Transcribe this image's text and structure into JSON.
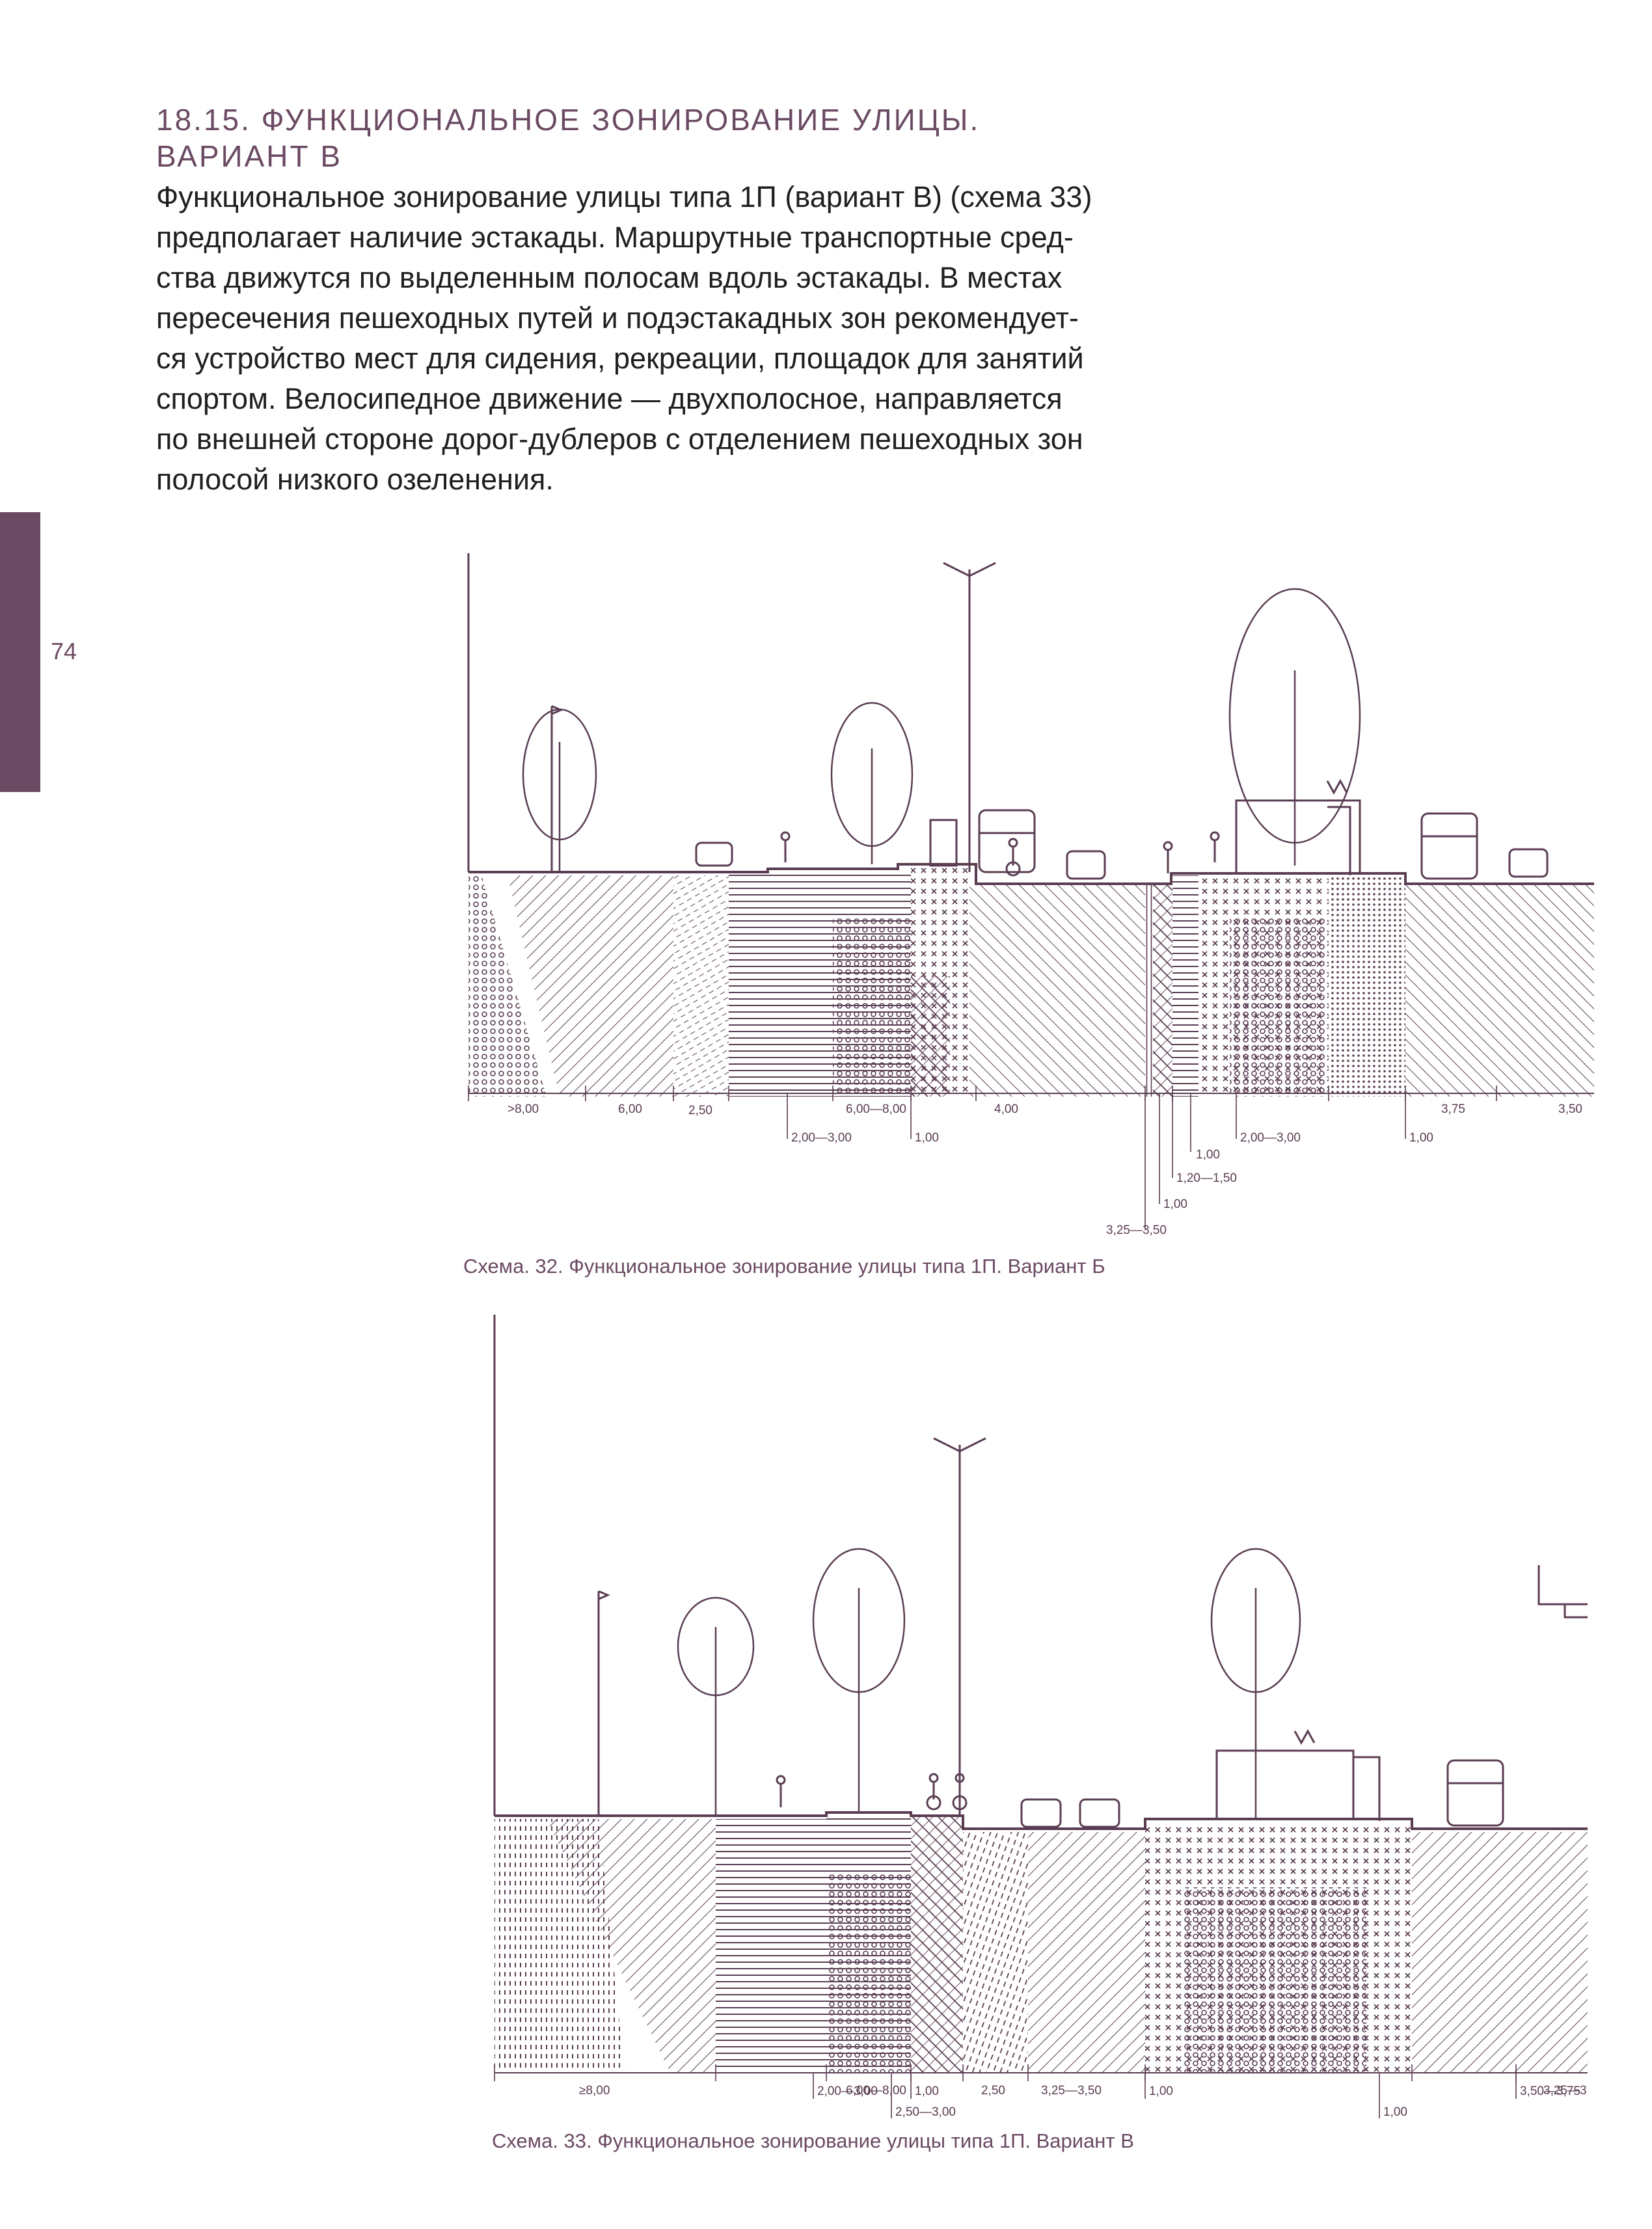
{
  "page": {
    "number": "74",
    "heading_line1": "18.15. ФУНКЦИОНАЛЬНОЕ ЗОНИРОВАНИЕ УЛИЦЫ.",
    "heading_line2": "ВАРИАНТ В",
    "paragraph_lines": [
      "Функциональное зонирование улицы типа 1П (вариант В) (схема 33)",
      "предполагает наличие эстакады. Маршрутные транспортные сред-",
      "ства движутся по выделенным полосам вдоль эстакады. В местах",
      "пересечения пешеходных путей и подэстакадных зон рекомендует-",
      "ся устройство мест для сидения, рекреации, площадок для занятий",
      "спортом. Велосипедное движение — двухполосное, направляется",
      "по внешней стороне дорог-дублеров с отделением пешеходных зон",
      "полосой низкого озеленения."
    ]
  },
  "colors": {
    "accent": "#6b4a63",
    "line": "#5a3d52"
  },
  "scheme32": {
    "caption": "Схема. 32. Функциональное зонирование улицы типа 1П. Вариант Б",
    "dims_top": [
      ">8,00",
      "6,00",
      "2,50",
      "6,00—8,00",
      "4,00",
      "3,75",
      "3,50"
    ],
    "dims_below": [
      "2,00—3,00",
      "1,00",
      "1,00",
      "1,20—1,50",
      "1,00",
      "3,25—3,50",
      "2,00—3,00",
      "1,00"
    ],
    "sign_letter": "М"
  },
  "scheme33": {
    "caption": "Схема. 33. Функциональное зонирование улицы типа 1П. Вариант В",
    "dims_top": [
      "≥8,00",
      "6,00—8,00",
      "2,50",
      "3,25—3,50",
      "3,25—3"
    ],
    "dims_below": [
      "2,00—3,00",
      "1,00",
      "2,50—3,00",
      "1,00",
      "1,00",
      "3,50—3,75"
    ],
    "sign_letter": "М"
  }
}
